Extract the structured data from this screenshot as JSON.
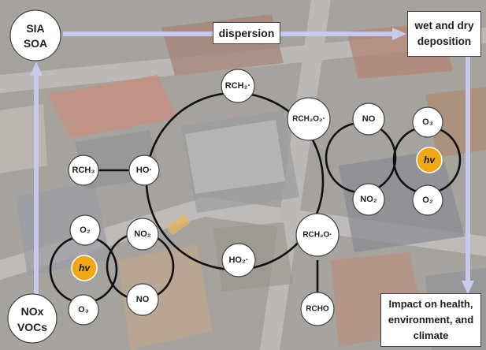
{
  "boxes": {
    "dispersion": "dispersion",
    "deposition": "wet and dry deposition",
    "impact": "Impact on health, environment, and climate"
  },
  "nodes": {
    "sia": "SIA",
    "soa": "SOA",
    "nox": "NOx",
    "vocs": "VOCs",
    "rch2": "RCH₂·",
    "rch2o2": "RCH₂O₂·",
    "rch3": "RCH₃",
    "ho": "HO·",
    "no_top": "NO",
    "no2_right": "NO₂",
    "o3_right": "O₃",
    "hv_right": "hv",
    "o2_right": "O₂",
    "o2_left": "O₂",
    "hv_left": "hv",
    "o3_left": "O₃",
    "no2_left": "NO₂",
    "no_left": "NO",
    "ho2": "HO₂·",
    "rch2o": "RCH₂O·",
    "rcho": "RCHO"
  },
  "colors": {
    "hv_fill": "#f0a816",
    "arrow": "#c9c9ec",
    "cycle_line": "#111111",
    "node_fill": "#ffffff"
  }
}
